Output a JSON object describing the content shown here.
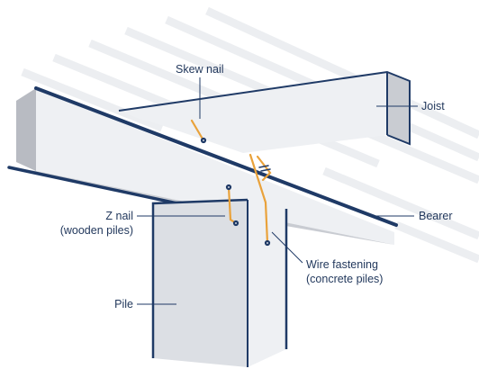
{
  "colors": {
    "outline": "#1f3a66",
    "fastener": "#e9a23b",
    "timber_face": "#eef0f3",
    "timber_shadow": "#c9ccd2",
    "timber_dark": "#b8bbc2",
    "pile_face": "#dcdfe4",
    "rafter_line": "#eceef1",
    "leader": "#1f3a66",
    "text": "#23395d"
  },
  "labels": {
    "skew_nail": "Skew nail",
    "joist": "Joist",
    "bearer": "Bearer",
    "z_nail_line1": "Z nail",
    "z_nail_line2": "(wooden piles)",
    "wire_line1": "Wire fastening",
    "wire_line2": "(concrete piles)",
    "pile": "Pile"
  }
}
